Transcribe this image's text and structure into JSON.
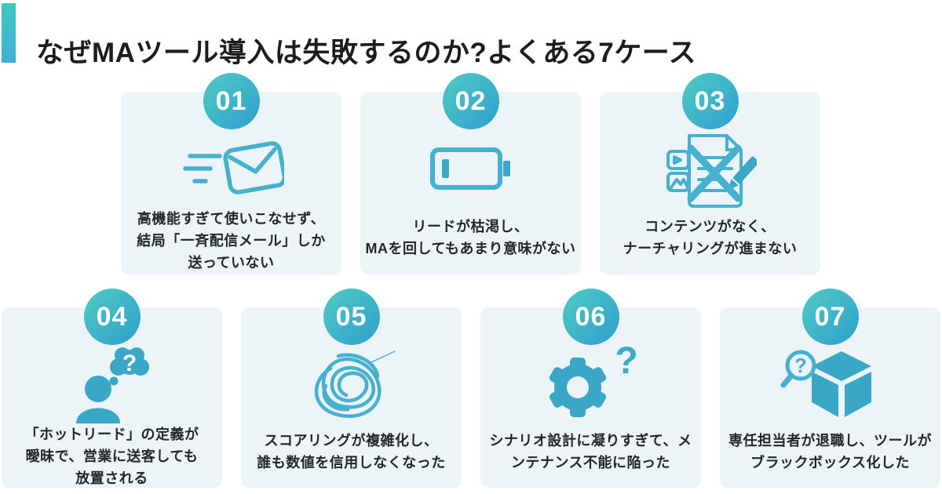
{
  "header": {
    "title": "なぜMAツール導入は失敗するのか?よくある7ケース"
  },
  "colors": {
    "accent_bar_top": "#3fc6bd",
    "accent_bar_bottom": "#41b0d6",
    "badge_gradient_from": "#4ecbc0",
    "badge_gradient_to": "#2f9fd0",
    "card_background": "#edf4f7",
    "icon_stroke": "#46b0cf",
    "icon_fill": "#3ba7c7",
    "text": "#262626"
  },
  "cards": [
    {
      "number": "01",
      "icon": "mail-send-icon",
      "lines": [
        "高機能すぎて使いこなせず、",
        "結局「一斉配信メール」しか",
        "送っていない"
      ]
    },
    {
      "number": "02",
      "icon": "battery-low-icon",
      "lines": [
        "リードが枯渇し、",
        "MAを回してもあまり意味がない"
      ]
    },
    {
      "number": "03",
      "icon": "no-content-icon",
      "lines": [
        "コンテンツがなく、",
        "ナーチャリングが進まない"
      ]
    },
    {
      "number": "04",
      "icon": "person-question-icon",
      "lines": [
        "「ホットリード」の定義が",
        "曖昧で、営業に送客しても",
        "放置される"
      ]
    },
    {
      "number": "05",
      "icon": "scribble-icon",
      "lines": [
        "スコアリングが複雑化し、",
        "誰も数値を信用しなくなった"
      ]
    },
    {
      "number": "06",
      "icon": "gear-question-icon",
      "lines": [
        "シナリオ設計に凝りすぎて、メ",
        "ンテナンス不能に陥った"
      ]
    },
    {
      "number": "07",
      "icon": "blackbox-magnifier-icon",
      "lines": [
        "専任担当者が退職し、ツールが",
        "ブラックボックス化した"
      ]
    }
  ]
}
